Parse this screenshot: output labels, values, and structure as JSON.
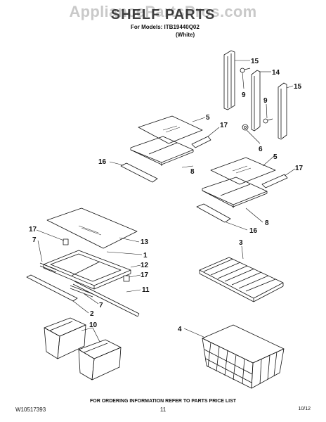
{
  "watermark": "AppliancePartsPros.com",
  "header": {
    "title": "SHELF PARTS",
    "models_label": "For Models: ITB19440Q02",
    "color_label": "(White)"
  },
  "callouts": [
    "15",
    "14",
    "9",
    "15",
    "9",
    "5",
    "17",
    "6",
    "16",
    "8",
    "5",
    "17",
    "8",
    "16",
    "17",
    "7",
    "13",
    "1",
    "12",
    "17",
    "11",
    "7",
    "2",
    "3",
    "10",
    "4"
  ],
  "footer": {
    "info": "FOR ORDERING INFORMATION REFER TO PARTS PRICE LIST",
    "code": "W10517393",
    "page": "11",
    "date": "10/12"
  }
}
